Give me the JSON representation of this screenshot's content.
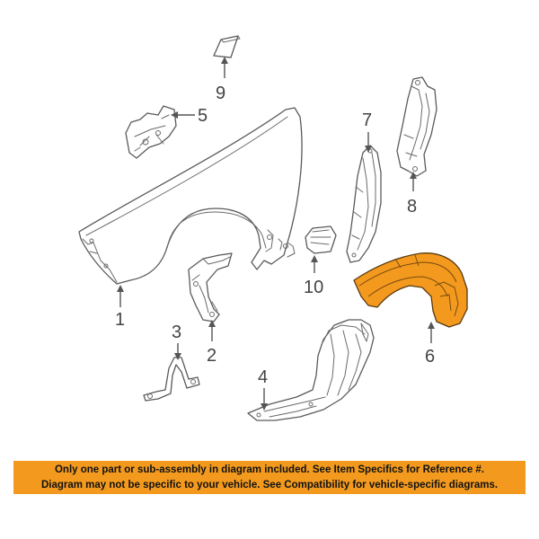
{
  "callouts": {
    "c1": "1",
    "c2": "2",
    "c3": "3",
    "c4": "4",
    "c5": "5",
    "c6": "6",
    "c7": "7",
    "c8": "8",
    "c9": "9",
    "c10": "10"
  },
  "highlight_color": "#f39a1e",
  "disclaimer": {
    "line1": "Only one part or sub-assembly in diagram included. See Item Specifics for Reference #.",
    "line2": "Diagram may not be specific to your vehicle. See Compatibility for vehicle-specific diagrams."
  }
}
